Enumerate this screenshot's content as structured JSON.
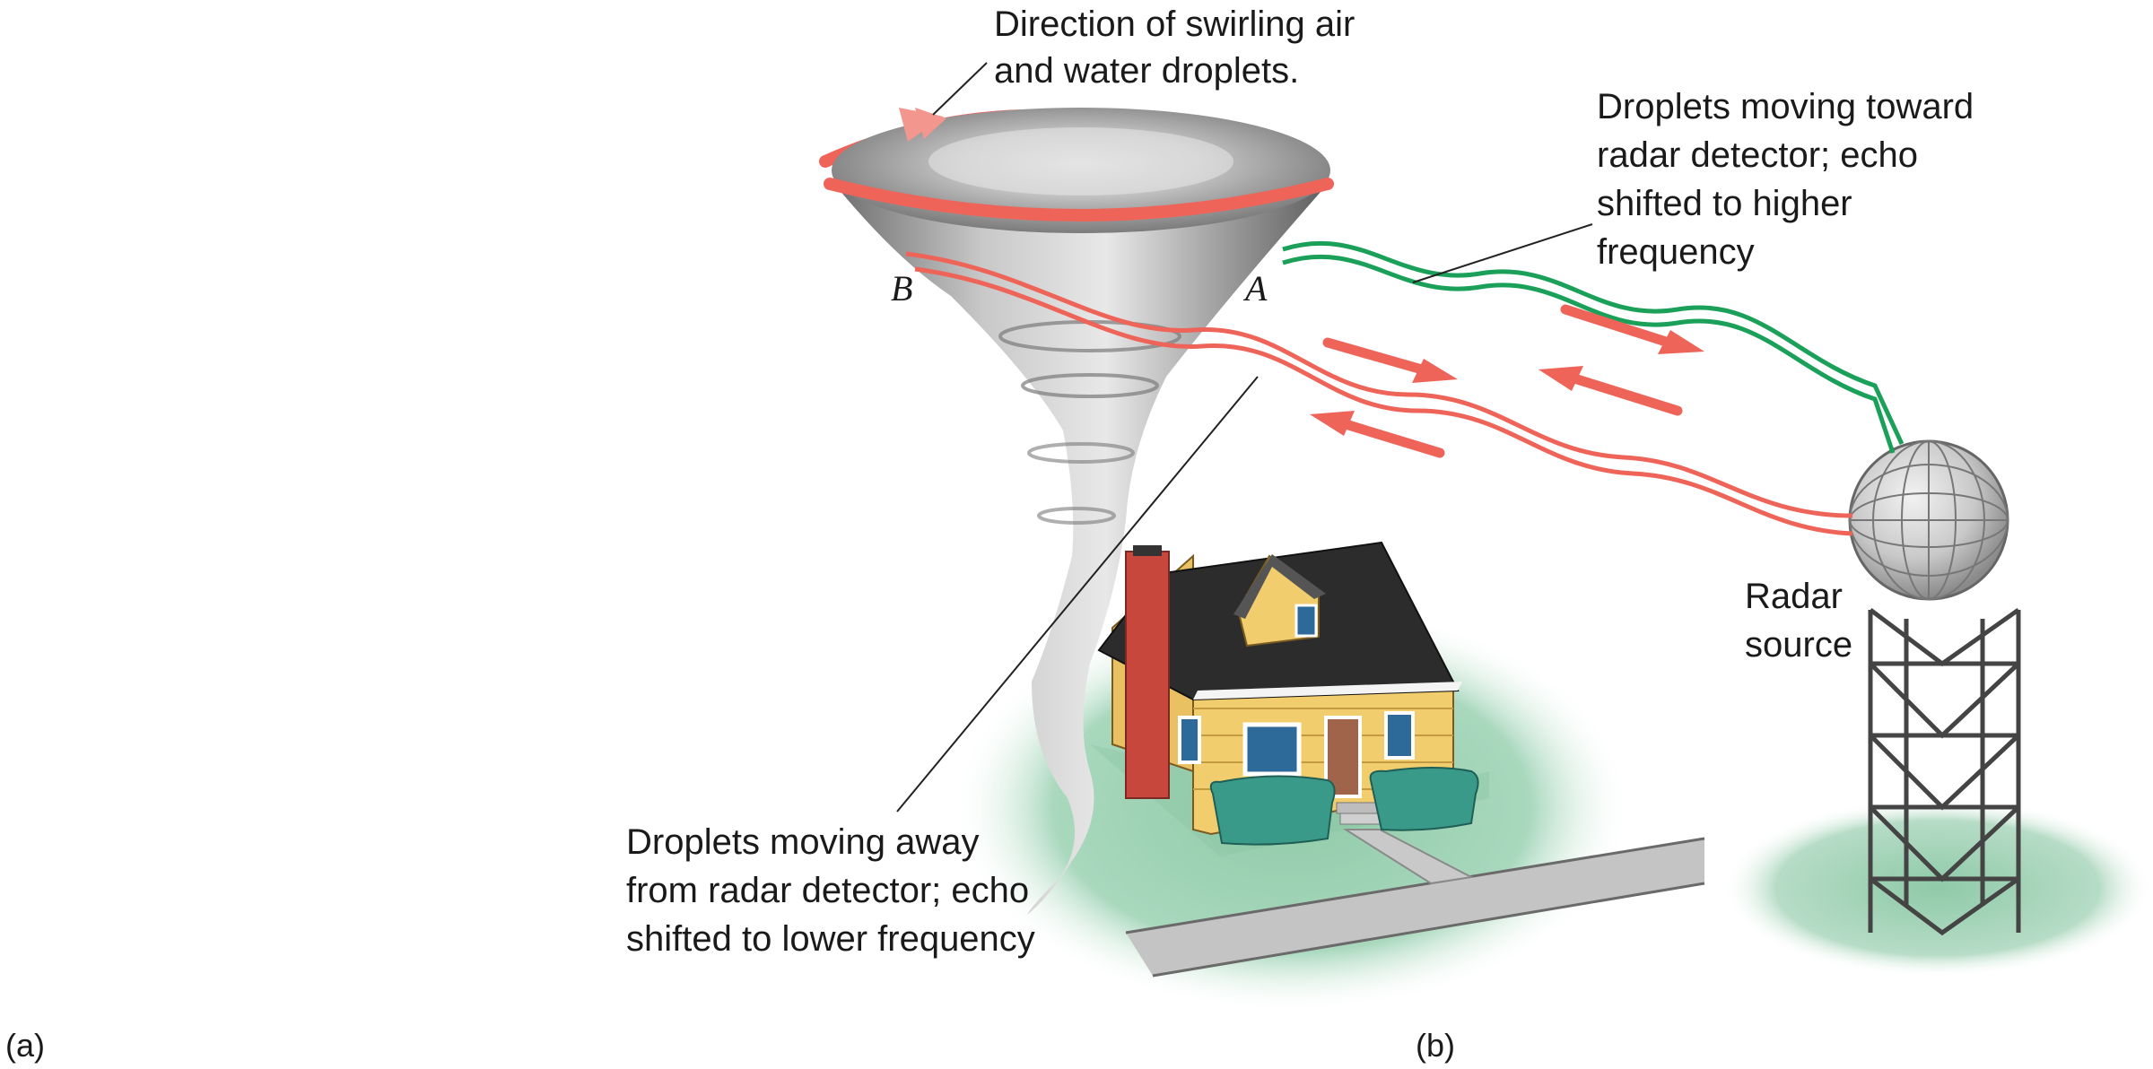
{
  "labels": {
    "swirl_line1": "Direction of swirling air",
    "swirl_line2": "and water droplets.",
    "toward_line1": "Droplets moving toward",
    "toward_line2": "radar detector; echo",
    "toward_line3": "shifted to higher",
    "toward_line4": "frequency",
    "away_line1": "Droplets moving away",
    "away_line2": "from radar detector; echo",
    "away_line3": "shifted to lower frequency",
    "radar_line1": "Radar",
    "radar_line2": "source",
    "point_a": "A",
    "point_b": "B",
    "panel_a": "(a)",
    "panel_b": "(b)"
  },
  "colors": {
    "wave_red": "#ee6459",
    "wave_green": "#1ba05a",
    "ground_green": "#9ccfb2",
    "house_siding": "#f2cd6e",
    "roof": "#2c2c2c",
    "chimney": "#c8473c",
    "shrub": "#3a9a8a",
    "road": "#b9b9b9",
    "funnel_gray": "#8a8a8a"
  }
}
